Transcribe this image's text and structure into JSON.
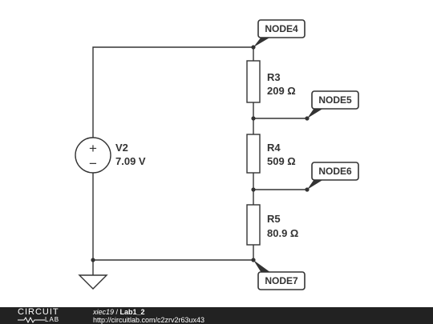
{
  "source": {
    "name": "V2",
    "value": "7.09 V",
    "plus": "+",
    "minus": "−"
  },
  "resistors": [
    {
      "name": "R3",
      "value": "209 Ω"
    },
    {
      "name": "R4",
      "value": "509 Ω"
    },
    {
      "name": "R5",
      "value": "80.9 Ω"
    }
  ],
  "nodes": {
    "node4": "NODE4",
    "node5": "NODE5",
    "node6": "NODE6",
    "node7": "NODE7"
  },
  "footer": {
    "logo_top": "CIRCUIT",
    "logo_bottom": "LAB",
    "user": "xiec19",
    "separator": " / ",
    "title": "Lab1_2",
    "url": "http://circuitlab.com/c2zrv2r63ux43"
  }
}
